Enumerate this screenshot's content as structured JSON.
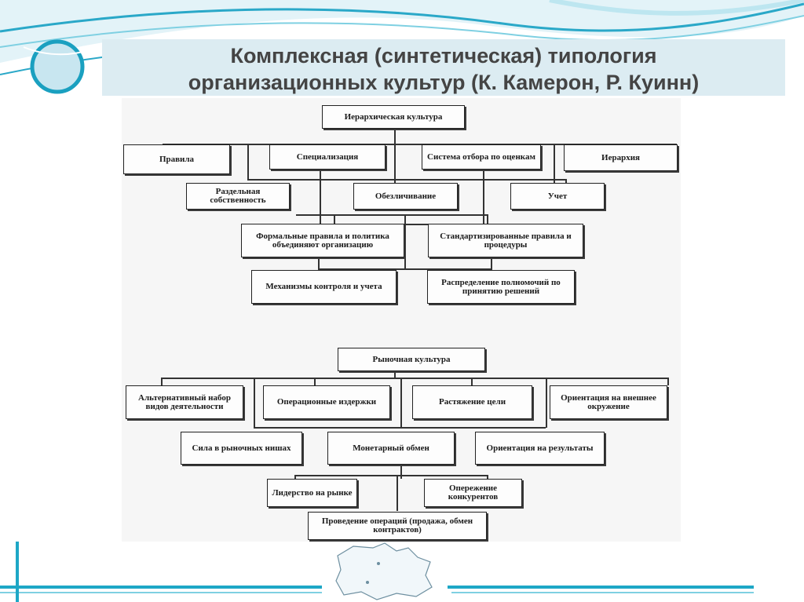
{
  "slide": {
    "title_line1": "Комплексная (синтетическая) типология",
    "title_line2": "организационных культур (К. Камерон, Р. Куинн)"
  },
  "hierarchy": {
    "root": "Иерархическая культура",
    "pravila": "Правила",
    "specializacia": "Специализация",
    "otbor": "Система отбора по оценкам",
    "ierarhia": "Иерархия",
    "razdelnaya": "Раздельная собственность",
    "obezlichivanie": "Обезличивание",
    "uchet": "Учет",
    "formalnye": "Формальные правила и политика объединяют организацию",
    "standart": "Стандартизированные правила и процедуры",
    "mehanizmy": "Механизмы контроля и учета",
    "raspredelenie": "Распределение полномочий по принятию решений"
  },
  "market": {
    "root": "Рыночная культура",
    "alternativ": "Альтернативный набор видов деятельности",
    "operac": "Операционные издержки",
    "rastyazhenie": "Растяжение цели",
    "orientacia_vnesh": "Ориентация на внешнее окружение",
    "sila": "Сила в рыночных нишах",
    "monetar": "Монетарный обмен",
    "orientacia_rez": "Ориентация на результаты",
    "liderstvo": "Лидерство на рынке",
    "operezhenie": "Опережение конкурентов",
    "provedenie": "Проведение операций (продажа, обмен контрактов)"
  },
  "colors": {
    "accent": "#1ea7c6",
    "title_band": "#dcecf2",
    "title_text": "#444444"
  }
}
